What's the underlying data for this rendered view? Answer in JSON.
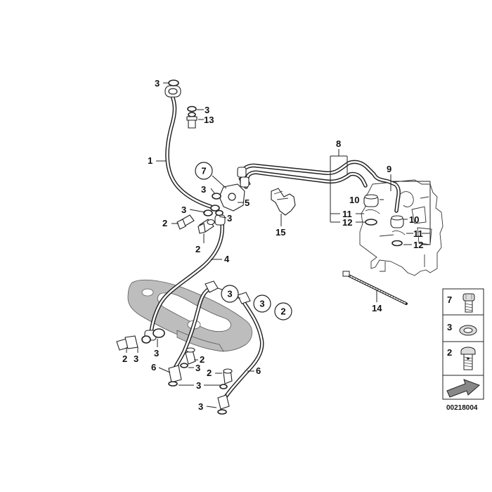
{
  "diagram": {
    "labels": {
      "p3_top": "3",
      "p3_b": "3",
      "p13": "13",
      "p1": "1",
      "p7": "7",
      "p3_c": "3",
      "p5": "5",
      "p3_d": "3",
      "p3_e": "3",
      "p2_a": "2",
      "p2_b": "2",
      "p4": "4",
      "p8": "8",
      "p9": "9",
      "p10_a": "10",
      "p11_a": "11",
      "p12_a": "12",
      "p10_b": "10",
      "p11_b": "11",
      "p12_b": "12",
      "p15": "15",
      "p14": "14",
      "p3_f": "3",
      "p3_g": "3",
      "p2_c": "2",
      "p2_d": "2",
      "p3_h": "3",
      "p3_i": "3",
      "p6_a": "6",
      "p2_e": "2",
      "p3_j": "3",
      "p2_f": "2",
      "p3_k": "3",
      "p6_b": "6",
      "p3_l": "3"
    },
    "legend": {
      "items": [
        {
          "key": "7",
          "icon": "screw-icon"
        },
        {
          "key": "3",
          "icon": "sealing-ring-icon"
        },
        {
          "key": "2",
          "icon": "banjo-bolt-icon"
        }
      ],
      "arrow_icon": "arrow-icon"
    },
    "reference_number": "00218004",
    "colors": {
      "ink": "#222222",
      "shade": "#bdbdbd",
      "paper": "#ffffff"
    }
  }
}
